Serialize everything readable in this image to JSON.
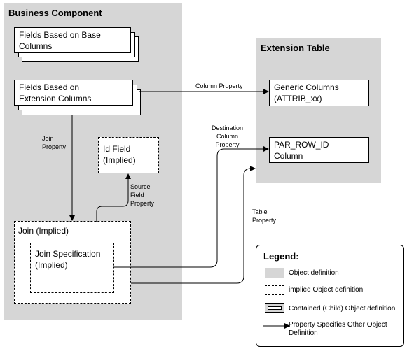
{
  "business_component": {
    "title": "Business Component",
    "base_columns_box": "Fields Based on Base\nColumns",
    "extension_columns_box": "Fields Based on\nExtension Columns",
    "id_field_box": "Id Field\n(Implied)",
    "join_box": "Join (Implied)",
    "join_spec_box": "Join Specification\n(Implied)"
  },
  "extension_table": {
    "title": "Extension Table",
    "generic_columns_box": "Generic Columns\n(ATTRIB_xx)",
    "par_row_id_box": "PAR_ROW_ID\nColumn"
  },
  "edge_labels": {
    "column_property": "Column Property",
    "join_property": "Join\nProperty",
    "destination_column_property": "Destination\nColumn\nProperty",
    "source_field_property": "Source\nField\nProperty",
    "table_property": "Table\nProperty"
  },
  "legend": {
    "title": "Legend:",
    "object_definition": "Object definition",
    "implied_object_definition": "implied Object definition",
    "contained_object_definition": "Contained (Child) Object definition",
    "property_specifies": "Property Specifies Other Object\nDefinition"
  },
  "colors": {
    "region_fill": "#d6d6d6",
    "box_fill": "#ffffff",
    "line": "#000000"
  }
}
